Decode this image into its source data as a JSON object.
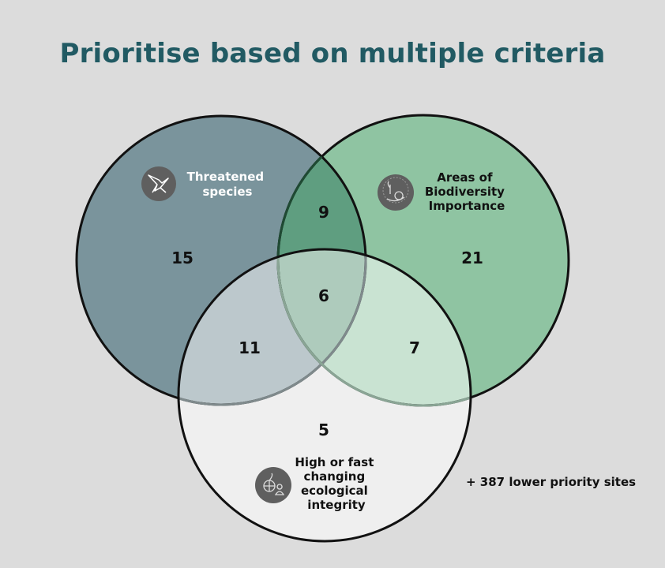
{
  "title": "Prioritise based on multiple criteria",
  "sets": {
    "threatened": {
      "label_lines": [
        "Threatened",
        "species"
      ],
      "icon": "eagle-icon",
      "color": "#7a949c"
    },
    "biodiversity": {
      "label_lines": [
        "Areas of",
        "Biodiversity",
        "Importance"
      ],
      "icon": "hand-plant-icon",
      "color": "#8fc4a2"
    },
    "integrity": {
      "label_lines": [
        "High or fast",
        "changing",
        "ecological",
        "integrity"
      ],
      "icon": "globe-person-icon",
      "color": "#efefef"
    }
  },
  "counts": {
    "threatened_only": "15",
    "biodiversity_only": "21",
    "integrity_only": "5",
    "threatened_biodiversity": "9",
    "threatened_integrity": "11",
    "biodiversity_integrity": "7",
    "all_three": "6"
  },
  "footnote": "+ 387 lower priority sites"
}
